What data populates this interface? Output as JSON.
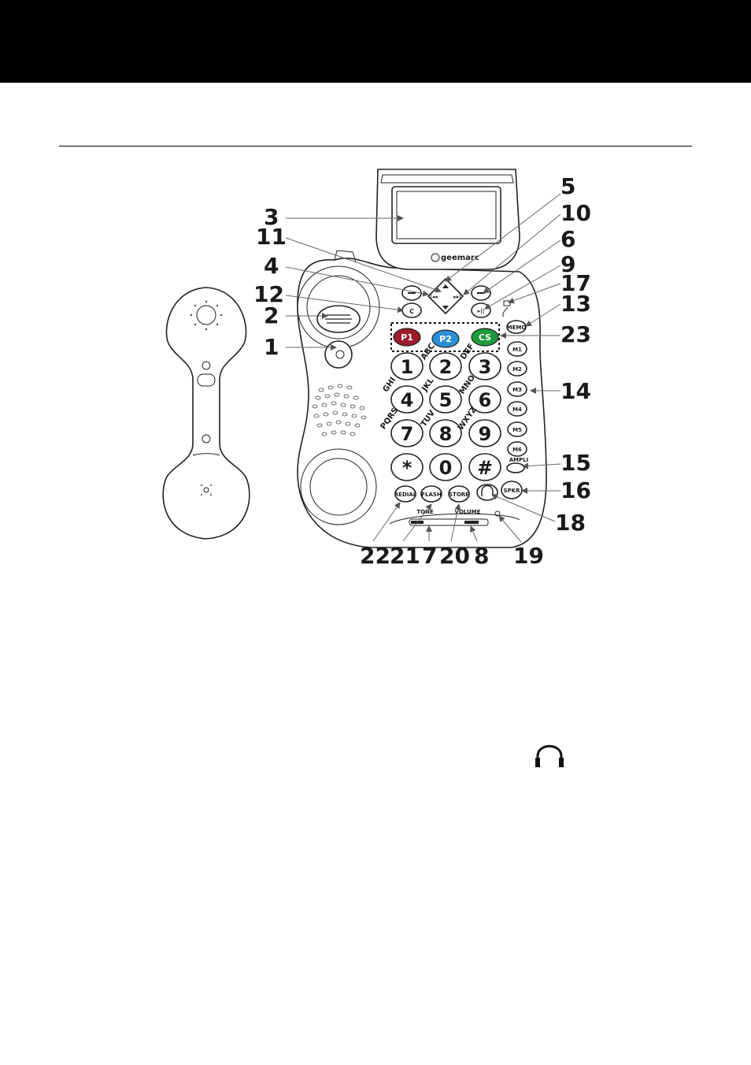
{
  "brand": "geemarc",
  "keypad": [
    {
      "digit": "1",
      "letters": ""
    },
    {
      "digit": "2",
      "letters": "ABC"
    },
    {
      "digit": "3",
      "letters": "DEF"
    },
    {
      "digit": "4",
      "letters": "GHI"
    },
    {
      "digit": "5",
      "letters": "JKL"
    },
    {
      "digit": "6",
      "letters": "MNO"
    },
    {
      "digit": "7",
      "letters": "PQRS"
    },
    {
      "digit": "8",
      "letters": "TUV"
    },
    {
      "digit": "9",
      "letters": "WXYZ"
    },
    {
      "digit": "*",
      "letters": ""
    },
    {
      "digit": "0",
      "letters": ""
    },
    {
      "digit": "#",
      "letters": ""
    }
  ],
  "priority_keys": [
    {
      "label": "P1",
      "color": "#9b1c2c"
    },
    {
      "label": "P2",
      "color": "#2a8fd6"
    },
    {
      "label": "CS",
      "color": "#1f9a3c"
    }
  ],
  "side_keys": [
    "MEMO",
    "M1",
    "M2",
    "M3",
    "M4",
    "M5",
    "M6",
    "AMPLI",
    "SPKR"
  ],
  "bottom_keys": [
    "REDIAL",
    "FLASH",
    "STORE"
  ],
  "nav_keys": {
    "clear": "C"
  },
  "slider_labels": {
    "tone": "TONE",
    "volume": "VOLUME"
  },
  "callouts": [
    "1",
    "2",
    "3",
    "4",
    "5",
    "6",
    "7",
    "8",
    "9",
    "10",
    "11",
    "12",
    "13",
    "14",
    "15",
    "16",
    "17",
    "18",
    "19",
    "20",
    "21",
    "22",
    "23"
  ],
  "headphone_icon": "headphone-icon"
}
